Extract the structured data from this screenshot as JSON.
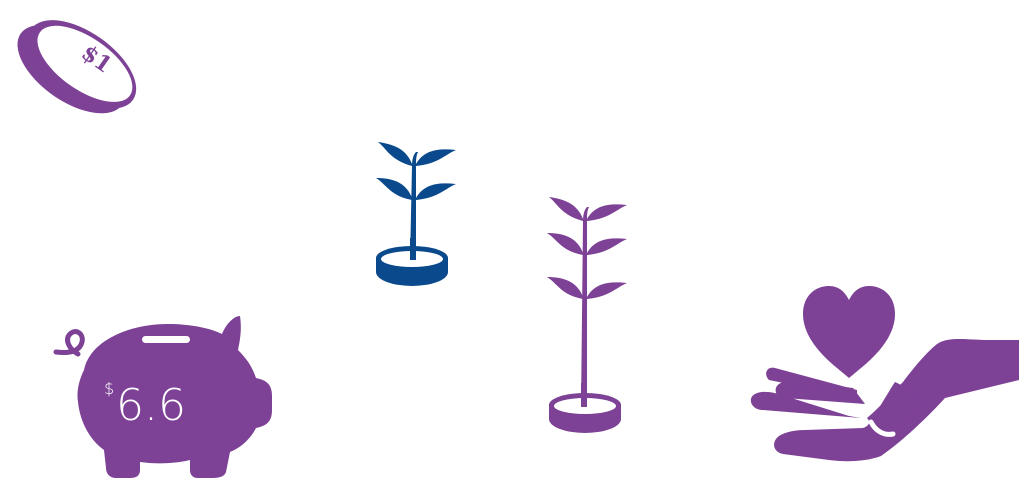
{
  "colors": {
    "purple": "#7d4196",
    "blue": "#0a4a8c",
    "background": "#ffffff"
  },
  "coin": {
    "icon": "coin-icon",
    "label": "$1"
  },
  "piggy_bank": {
    "icon": "piggy-bank-icon",
    "currency": "$",
    "amount": "6.6"
  },
  "small_plant": {
    "icon": "seedling-icon",
    "leaf_pairs": 2
  },
  "tall_plant": {
    "icon": "plant-icon",
    "leaf_pairs": 3
  },
  "giving_hand": {
    "icon": "hand-heart-icon"
  }
}
